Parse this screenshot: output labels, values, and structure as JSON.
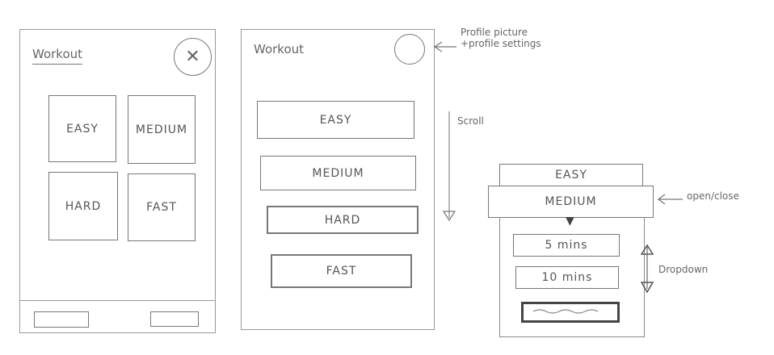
{
  "screen1": {
    "title": "Workout",
    "tiles": [
      "EASY",
      "MEDIUM",
      "HARD",
      "FAST"
    ],
    "avatar_icon": "profile-circle-with-x"
  },
  "screen2": {
    "title": "Workout",
    "buttons": [
      "EASY",
      "MEDIUM",
      "HARD",
      "FAST"
    ],
    "avatar_icon": "profile-circle"
  },
  "screen3": {
    "levels": [
      "EASY",
      "MEDIUM"
    ],
    "options": [
      "5 mins",
      "10 mins"
    ]
  },
  "annotations": {
    "profile_line1": "Profile picture",
    "profile_line2": "+profile settings",
    "scroll": "Scroll",
    "open_close": "open/close",
    "dropdown": "Dropdown"
  }
}
